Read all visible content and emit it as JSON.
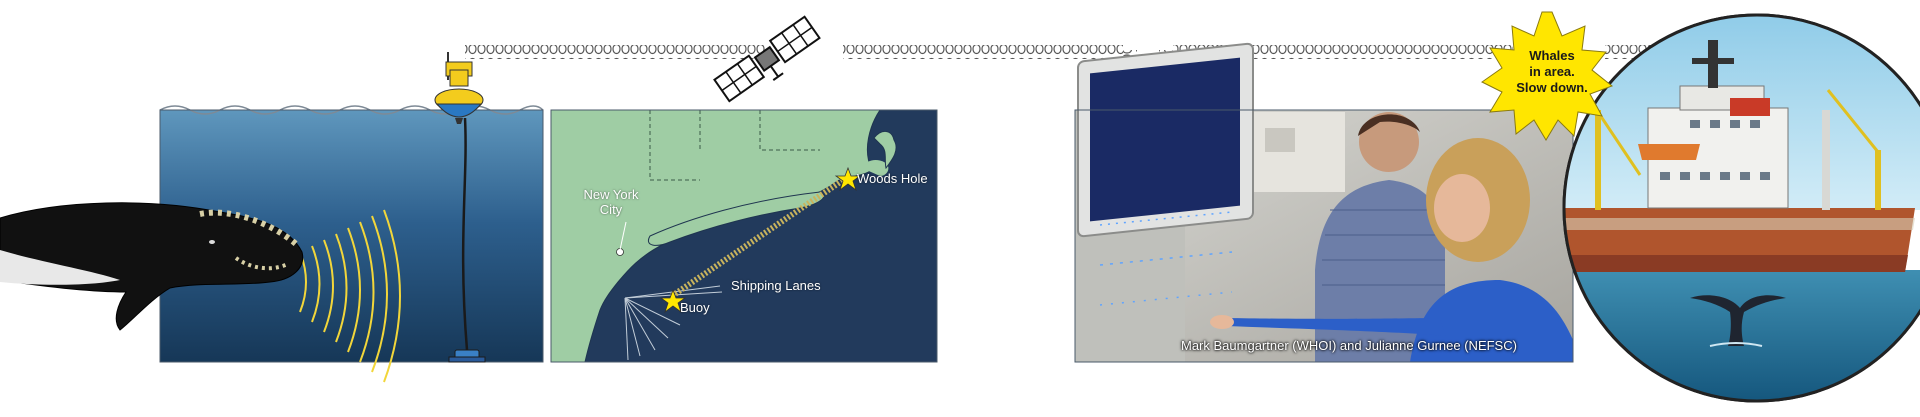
{
  "map": {
    "labels": {
      "woods_hole": "Woods Hole",
      "new_york_city": "New York\nCity",
      "shipping_lanes": "Shipping Lanes",
      "buoy": "Buoy"
    }
  },
  "photo": {
    "caption": "Mark Baumgartner (WHOI) and Julianne Gurnee (NEFSC)"
  },
  "alert": {
    "lines": [
      "Whales",
      "in area.",
      "Slow down."
    ]
  },
  "colors": {
    "ocean_deep": "#1d4468",
    "ocean_light": "#5c93b8",
    "map_land": "#9fcda4",
    "map_water": "#223a5c",
    "acoustic_waves": "#f2d63a",
    "burst": "#ffe600",
    "buoy_yellow": "#f3cc1d",
    "buoy_blue": "#2a78c2"
  },
  "icons": [
    "whale-illustration",
    "buoy-icon",
    "satellite-icon",
    "star-marker-icon",
    "signal-coil-icon",
    "ship-photo",
    "whale-tail-icon"
  ]
}
